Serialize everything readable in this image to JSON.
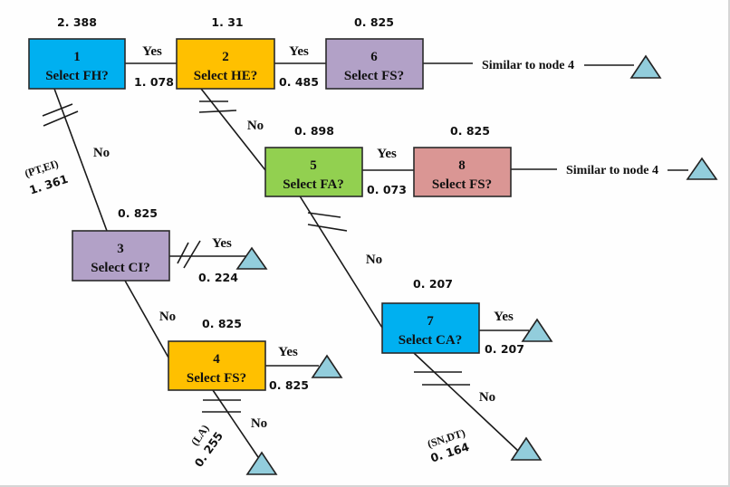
{
  "diagram": {
    "type": "decision-tree",
    "colors": {
      "blue": "#00b0f0",
      "orange": "#ffc000",
      "purple": "#b2a1c7",
      "green": "#92d050",
      "pink": "#da9694",
      "leaf": "#92cddc"
    },
    "nodes": [
      {
        "id": "1",
        "number": "1",
        "question": "Select FH?",
        "value": "2. 388",
        "color": "blue"
      },
      {
        "id": "2",
        "number": "2",
        "question": "Select HE?",
        "value": "1. 31",
        "color": "orange"
      },
      {
        "id": "6",
        "number": "6",
        "question": "Select FS?",
        "value": "0. 825",
        "color": "purple"
      },
      {
        "id": "5",
        "number": "5",
        "question": "Select FA?",
        "value": "0. 898",
        "color": "green"
      },
      {
        "id": "8",
        "number": "8",
        "question": "Select FS?",
        "value": "0. 825",
        "color": "pink"
      },
      {
        "id": "3",
        "number": "3",
        "question": "Select CI?",
        "value": "0. 825",
        "color": "purple"
      },
      {
        "id": "4",
        "number": "4",
        "question": "Select FS?",
        "value": "0. 825",
        "color": "orange"
      },
      {
        "id": "7",
        "number": "7",
        "question": "Select CA?",
        "value": "0. 207",
        "color": "blue"
      }
    ],
    "edges": [
      {
        "from": "1",
        "to": "2",
        "branch": "Yes",
        "cost": "1. 078",
        "pruned": false
      },
      {
        "from": "2",
        "to": "6",
        "branch": "Yes",
        "cost": "0. 485",
        "pruned": false
      },
      {
        "from": "6",
        "to": "leaf-6",
        "branch": "",
        "note": "Similar to node 4",
        "pruned": false
      },
      {
        "from": "2",
        "to": "5",
        "branch": "No",
        "cost": "",
        "pruned": true
      },
      {
        "from": "5",
        "to": "8",
        "branch": "Yes",
        "cost": "0. 073",
        "pruned": false
      },
      {
        "from": "8",
        "to": "leaf-8",
        "branch": "",
        "note": "Similar to node 4",
        "pruned": false
      },
      {
        "from": "1",
        "to": "3",
        "branch": "No",
        "cost": "1. 361",
        "selection": "(PT,EI)",
        "pruned": true
      },
      {
        "from": "3",
        "to": "leaf-3",
        "branch": "Yes",
        "cost": "0. 224",
        "pruned": true
      },
      {
        "from": "3",
        "to": "4",
        "branch": "No",
        "cost": "",
        "pruned": false
      },
      {
        "from": "4",
        "to": "leaf-4y",
        "branch": "Yes",
        "cost": "0. 825",
        "pruned": false
      },
      {
        "from": "4",
        "to": "leaf-4n",
        "branch": "No",
        "cost": "0. 255",
        "selection": "(LA)",
        "pruned": true
      },
      {
        "from": "5",
        "to": "7",
        "branch": "No",
        "cost": "",
        "pruned": true
      },
      {
        "from": "7",
        "to": "leaf-7y",
        "branch": "Yes",
        "cost": "0. 207",
        "pruned": false
      },
      {
        "from": "7",
        "to": "leaf-7n",
        "branch": "No",
        "cost": "0. 164",
        "selection": "(SN,DT)",
        "pruned": true
      }
    ]
  }
}
